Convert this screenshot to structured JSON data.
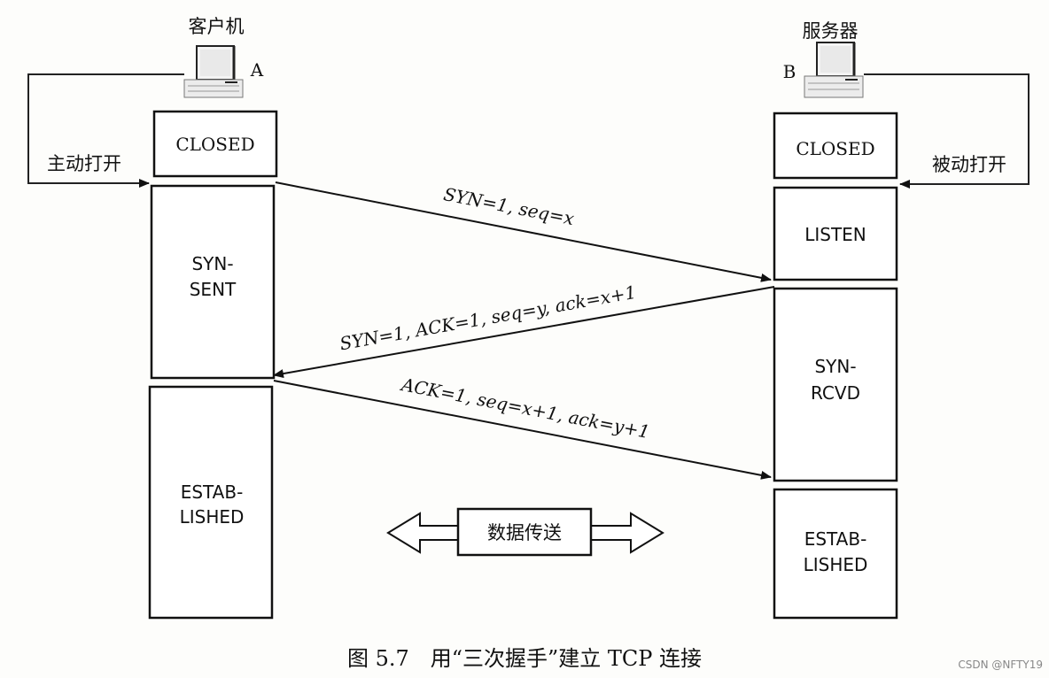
{
  "host_a": {
    "name": "客户机",
    "letter": "A",
    "action": "主动打开"
  },
  "host_b": {
    "name": "服务器",
    "letter": "B",
    "action": "被动打开"
  },
  "client_states": {
    "closed": "CLOSED",
    "syn_sent": [
      "SYN-",
      "SENT"
    ],
    "established": [
      "ESTAB-",
      "LISHED"
    ]
  },
  "server_states": {
    "closed": "CLOSED",
    "listen": "LISTEN",
    "syn_rcvd": [
      "SYN-",
      "RCVD"
    ],
    "established": [
      "ESTAB-",
      "LISHED"
    ]
  },
  "messages": {
    "syn": "SYN=1, seq=x",
    "syn_ack": "SYN=1, ACK=1, seq=y, ack=x+1",
    "ack": "ACK=1, seq=x+1, ack=y+1"
  },
  "data_transfer": "数据传送",
  "caption": "图 5.7　用“三次握手”建立 TCP 连接",
  "watermark": "CSDN @NFTY19"
}
